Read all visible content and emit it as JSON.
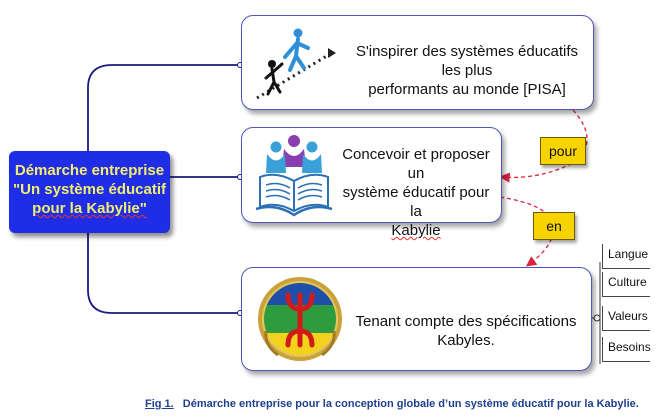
{
  "central": {
    "line1": "Démarche entreprise",
    "line2": "\"Un système éducatif",
    "line3": "pour la Kabylie\""
  },
  "nodes": {
    "top": {
      "line1": "S'inspirer des systèmes éducatifs les plus",
      "line2": "performants au monde [PISA]"
    },
    "middle": {
      "line1": "Concevoir et proposer un",
      "line2": "système éducatif pour la",
      "line3": "Kabylie"
    },
    "bottom": {
      "text": "Tenant compte des spécifications Kabyles."
    }
  },
  "connectors": {
    "pour": "pour",
    "en": "en"
  },
  "specs": [
    "Langue",
    "Culture",
    "Valeurs",
    "Besoins"
  ],
  "caption": {
    "number": "Fig 1.",
    "text": "Démarche entreprise pour la conception globale d’un système éducatif pour la Kabylie."
  },
  "colors": {
    "central_fill": "#1f2ee6",
    "central_text": "#f2ef6e",
    "branch_line": "#1a1a80",
    "connector_fill": "#f7d400",
    "dashed_arrow": "#d9243e",
    "box_border": "#4f56b8"
  },
  "icons": {
    "top": "climbing-people-icon",
    "middle": "people-on-book-icon",
    "bottom": "amazigh-flag-emblem-icon"
  }
}
